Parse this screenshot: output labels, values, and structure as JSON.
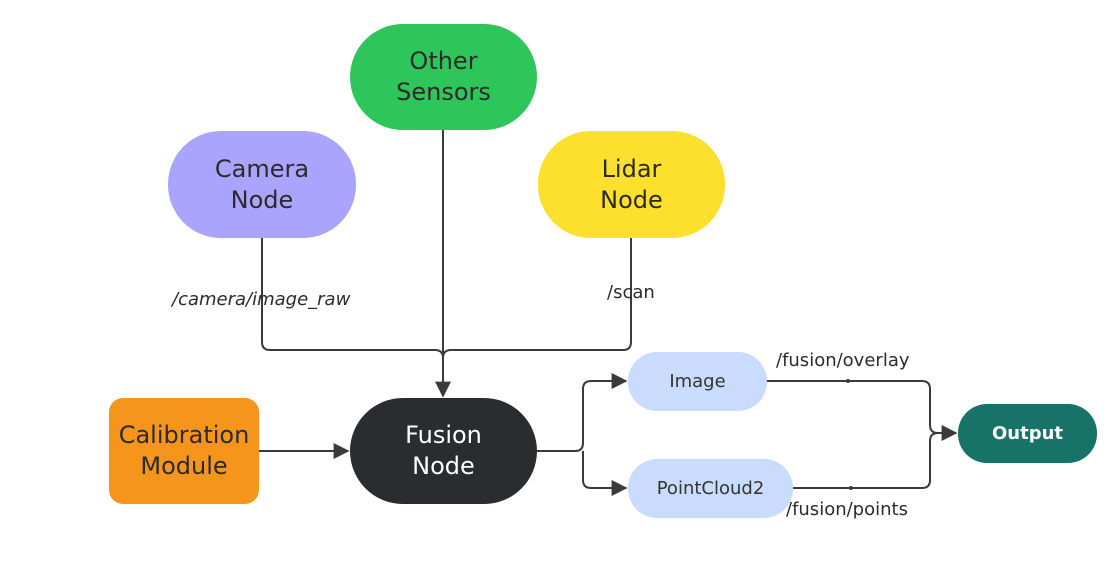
{
  "colors": {
    "other_sensors": "#2ec55a",
    "camera_node": "#aaa4ff",
    "lidar_node": "#fde02d",
    "calibration_module": "#f6951c",
    "fusion_node": "#2b2c30",
    "image": "#c9dcfd",
    "pointcloud2": "#c9dcfd",
    "output": "#177268",
    "edge": "#3a3a3a"
  },
  "nodes": {
    "other_sensors": "Other\nSensors",
    "camera_node": "Camera\nNode",
    "lidar_node": "Lidar\nNode",
    "calibration_module": "Calibration\nModule",
    "fusion_node": "Fusion\nNode",
    "image": "Image",
    "pointcloud2": "PointCloud2",
    "output": "Output"
  },
  "edge_labels": {
    "camera_topic": "/camera/image_raw",
    "lidar_topic": "/scan",
    "overlay_topic": "/fusion/overlay",
    "points_topic": "/fusion/points"
  }
}
